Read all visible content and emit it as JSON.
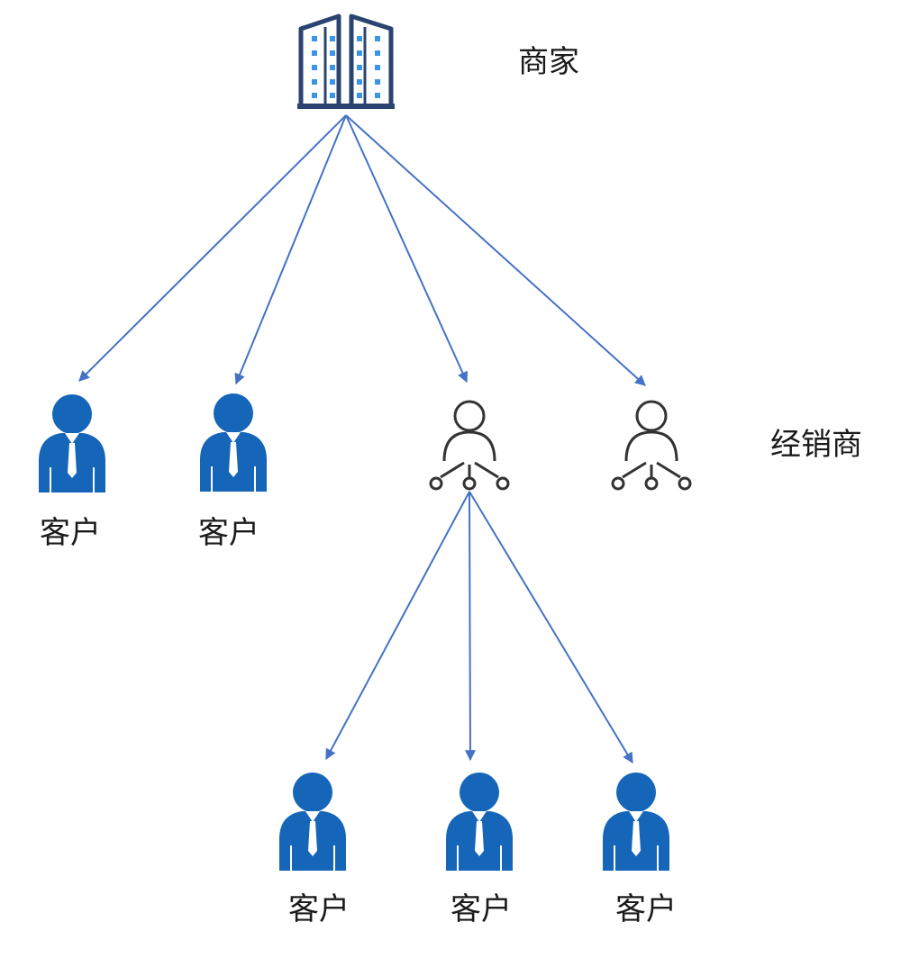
{
  "labels": {
    "merchant": "商家",
    "distributor": "经销商",
    "customer": "客户"
  },
  "nodes": {
    "merchant": {
      "label": "商家",
      "icon": "office-building-icon"
    },
    "customers_direct": [
      {
        "label": "客户",
        "icon": "customer-icon"
      },
      {
        "label": "客户",
        "icon": "customer-icon"
      }
    ],
    "distributors": [
      {
        "icon": "distributor-network-icon"
      },
      {
        "icon": "distributor-network-icon"
      }
    ],
    "customers_via_distributor": [
      {
        "label": "客户",
        "icon": "customer-icon"
      },
      {
        "label": "客户",
        "icon": "customer-icon"
      },
      {
        "label": "客户",
        "icon": "customer-icon"
      }
    ]
  },
  "colors": {
    "arrow": "#4472c4",
    "customer_icon": "#1565b8",
    "building_outline": "#2b4370",
    "building_window": "#3a95e8",
    "distributor_outline": "#333333"
  }
}
